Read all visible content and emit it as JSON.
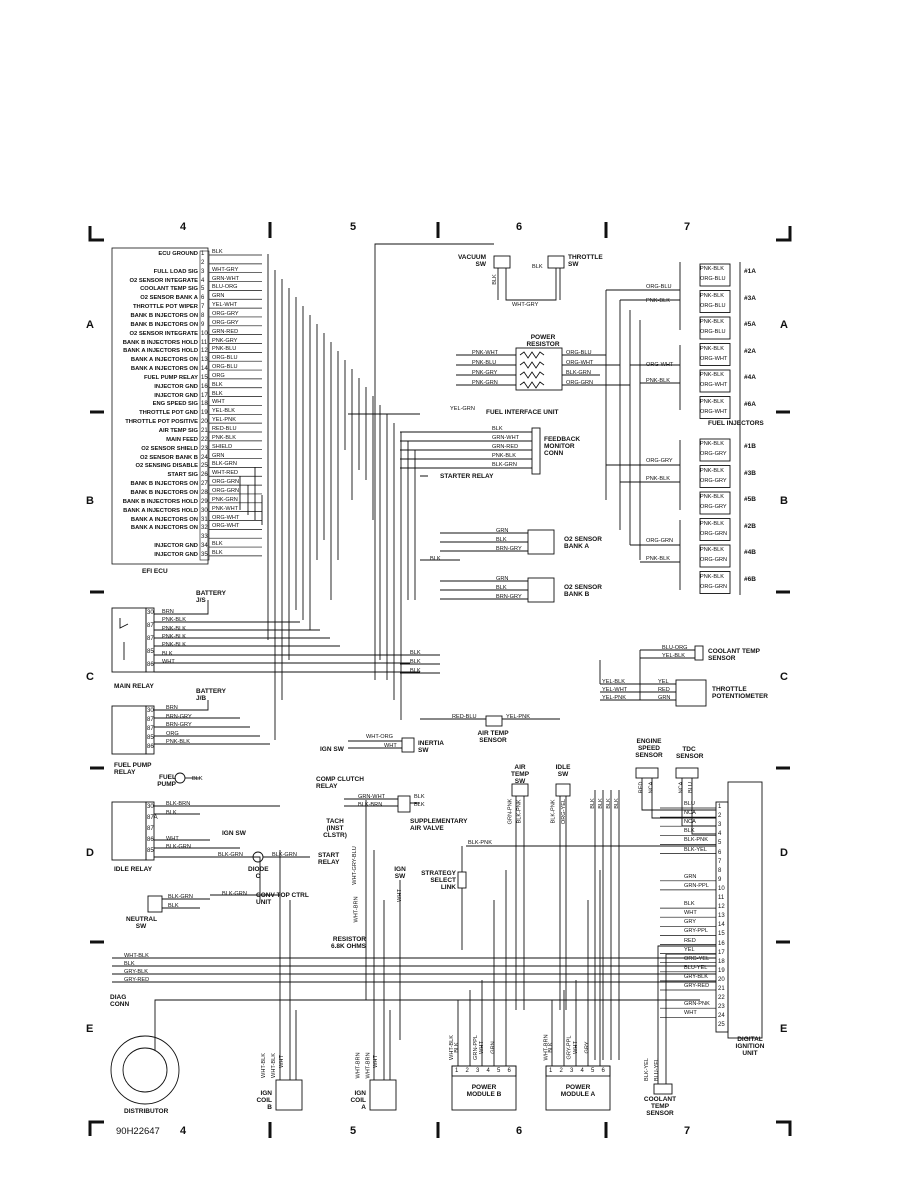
{
  "sheet": {
    "figure_id": "90H22647",
    "columns": [
      "4",
      "5",
      "6",
      "7"
    ],
    "rows": [
      "A",
      "B",
      "C",
      "D",
      "E"
    ]
  },
  "ecu": {
    "title": "EFI ECU",
    "pins": [
      {
        "n": "1",
        "label": "ECU GROUND",
        "wire": "BLK"
      },
      {
        "n": "2",
        "label": "",
        "wire": ""
      },
      {
        "n": "3",
        "label": "FULL LOAD SIG",
        "wire": "WHT-GRY"
      },
      {
        "n": "4",
        "label": "O2 SENSOR INTEGRATE",
        "wire": "GRN-WHT"
      },
      {
        "n": "5",
        "label": "COOLANT TEMP SIG",
        "wire": "BLU-ORG"
      },
      {
        "n": "6",
        "label": "O2 SENSOR BANK A",
        "wire": "GRN"
      },
      {
        "n": "7",
        "label": "THROTTLE POT WIPER",
        "wire": "YEL-WHT"
      },
      {
        "n": "8",
        "label": "BANK B INJECTORS ON",
        "wire": "ORG-GRY"
      },
      {
        "n": "9",
        "label": "BANK B INJECTORS ON",
        "wire": "ORG-GRY"
      },
      {
        "n": "10",
        "label": "O2 SENSOR INTEGRATE",
        "wire": "GRN-RED"
      },
      {
        "n": "11",
        "label": "BANK B INJECTORS HOLD",
        "wire": "PNK-GRY"
      },
      {
        "n": "12",
        "label": "BANK A INJECTORS HOLD",
        "wire": "PNK-BLU"
      },
      {
        "n": "13",
        "label": "BANK A INJECTORS ON",
        "wire": "ORG-BLU"
      },
      {
        "n": "14",
        "label": "BANK A INJECTORS ON",
        "wire": "ORG-BLU"
      },
      {
        "n": "15",
        "label": "FUEL PUMP RELAY",
        "wire": "ORG"
      },
      {
        "n": "16",
        "label": "INJECTOR GND",
        "wire": "BLK"
      },
      {
        "n": "17",
        "label": "INJECTOR GND",
        "wire": "BLK"
      },
      {
        "n": "18",
        "label": "ENG SPEED SIG",
        "wire": "WHT"
      },
      {
        "n": "19",
        "label": "THROTTLE POT GND",
        "wire": "YEL-BLK"
      },
      {
        "n": "20",
        "label": "THROTTLE POT POSITIVE",
        "wire": "YEL-PNK"
      },
      {
        "n": "21",
        "label": "AIR TEMP SIG",
        "wire": "RED-BLU"
      },
      {
        "n": "22",
        "label": "MAIN FEED",
        "wire": "PNK-BLK"
      },
      {
        "n": "23",
        "label": "O2 SENSOR SHIELD",
        "wire": "SHIELD"
      },
      {
        "n": "24",
        "label": "O2 SENSOR BANK B",
        "wire": "GRN"
      },
      {
        "n": "25",
        "label": "O2 SENSING DISABLE",
        "wire": "BLK-GRN"
      },
      {
        "n": "26",
        "label": "START SIG",
        "wire": "WHT-RED"
      },
      {
        "n": "27",
        "label": "BANK B INJECTORS ON",
        "wire": "ORG-GRN"
      },
      {
        "n": "28",
        "label": "BANK B INJECTORS ON",
        "wire": "ORG-GRN"
      },
      {
        "n": "29",
        "label": "BANK B INJECTORS HOLD",
        "wire": "PNK-GRN"
      },
      {
        "n": "30",
        "label": "BANK A INJECTORS HOLD",
        "wire": "PNK-WHT"
      },
      {
        "n": "31",
        "label": "BANK A INJECTORS ON",
        "wire": "ORG-WHT"
      },
      {
        "n": "32",
        "label": "BANK A INJECTORS ON",
        "wire": "ORG-WHT"
      },
      {
        "n": "33",
        "label": "",
        "wire": ""
      },
      {
        "n": "34",
        "label": "INJECTOR GND",
        "wire": "BLK"
      },
      {
        "n": "35",
        "label": "INJECTOR GND",
        "wire": "BLK"
      }
    ]
  },
  "switches": {
    "vacuum": "VACUUM SW",
    "throttle": "THROTTLE SW",
    "vacuum_wire": "BLK",
    "throttle_wire": "BLK",
    "link_wire": "WHT-GRY"
  },
  "power_resistor": {
    "title": "POWER RESISTOR",
    "left_wires": [
      "PNK-WHT",
      "PNK-BLU",
      "PNK-GRY",
      "PNK-GRN"
    ],
    "right_wires": [
      "ORG-BLU",
      "ORG-WHT",
      "BLK-GRN",
      "ORG-GRN"
    ]
  },
  "fuel_interface": {
    "wire": "YEL-GRN",
    "label": "FUEL INTERFACE UNIT"
  },
  "feedback_monitor": {
    "title": "FEEDBACK MONITOR CONN",
    "wires": [
      "BLK",
      "GRN-WHT",
      "GRN-RED",
      "PNK-BLK",
      "BLK-GRN"
    ]
  },
  "starter_relay": "STARTER RELAY",
  "o2_sensors": [
    {
      "title": "O2 SENSOR BANK A",
      "wires": [
        "GRN",
        "BLK",
        "BRN-GRY"
      ]
    },
    {
      "title": "O2 SENSOR BANK B",
      "wires": [
        "GRN",
        "BLK",
        "BRN-GRY"
      ]
    }
  ],
  "o2_ground_wire": "BLK",
  "injectors": {
    "title": "FUEL INJECTORS",
    "bank_a": [
      {
        "id": "#1A",
        "wires": [
          "ORG-BLU",
          "PNK-BLK"
        ]
      },
      {
        "id": "#3A",
        "wires": [
          "ORG-BLU",
          "PNK-BLK"
        ]
      },
      {
        "id": "#5A",
        "wires": [
          "ORG-BLU",
          "PNK-BLK"
        ]
      },
      {
        "id": "#2A",
        "wires": [
          "ORG-WHT",
          "PNK-BLK"
        ]
      },
      {
        "id": "#4A",
        "wires": [
          "ORG-WHT",
          "PNK-BLK"
        ]
      },
      {
        "id": "#6A",
        "wires": [
          "ORG-WHT",
          "PNK-BLK"
        ]
      }
    ],
    "bank_b": [
      {
        "id": "#1B",
        "wires": [
          "ORG-GRY",
          "PNK-BLK"
        ]
      },
      {
        "id": "#3B",
        "wires": [
          "ORG-GRY",
          "PNK-BLK"
        ]
      },
      {
        "id": "#5B",
        "wires": [
          "ORG-GRY",
          "PNK-BLK"
        ]
      },
      {
        "id": "#2B",
        "wires": [
          "ORG-GRN",
          "PNK-BLK"
        ]
      },
      {
        "id": "#4B",
        "wires": [
          "ORG-GRN",
          "PNK-BLK"
        ]
      },
      {
        "id": "#6B",
        "wires": [
          "ORG-GRN",
          "PNK-BLK"
        ]
      }
    ],
    "feed_wires": [
      "ORG-BLU",
      "PNK-BLK",
      "ORG-WHT",
      "PNK-BLK",
      "ORG-GRY",
      "PNK-BLK",
      "ORG-GRN",
      "PNK-BLK"
    ]
  },
  "main_relay": {
    "title": "MAIN RELAY",
    "battery": "BATTERY J/S",
    "pins": [
      "30",
      "87",
      "87",
      "85",
      "86"
    ],
    "wires": [
      "BRN",
      "PNK-BLK",
      "PNK-BLK",
      "PNK-BLK",
      "PNK-BLK",
      "BLK",
      "WHT"
    ]
  },
  "fuel_pump_relay": {
    "title": "FUEL PUMP RELAY",
    "battery": "BATTERY J/B",
    "pins": [
      "30",
      "87",
      "87",
      "85",
      "86"
    ],
    "wires": [
      "BRN",
      "BRN-GRY",
      "BRN-GRY",
      "ORG",
      "PNK-BLK"
    ]
  },
  "fuel_pump": {
    "title": "FUEL PUMP",
    "wire": "BLK"
  },
  "ground_bus_wires": [
    "BLK",
    "BLK",
    "BLK"
  ],
  "coolant_sensor": {
    "title": "COOLANT TEMP SENSOR",
    "wires": [
      "BLU-ORG",
      "YEL-BLK"
    ]
  },
  "throttle_pot": {
    "title": "THROTTLE POTENTIOMETER",
    "wires_left": [
      "YEL-BLK",
      "YEL-WHT",
      "YEL-PNK"
    ],
    "wires_right": [
      "YEL",
      "RED",
      "GRN"
    ]
  },
  "air_temp_sensor": {
    "title": "AIR TEMP SENSOR",
    "wires": [
      "RED-BLU",
      "YEL-PNK"
    ]
  },
  "inertia": {
    "title": "INERTIA SW",
    "ign": "IGN SW",
    "wires": [
      "WHT-ORG",
      "WHT"
    ]
  },
  "comp_clutch": {
    "title": "COMP CLUTCH RELAY",
    "wires": [
      "GRN-WHT",
      "BLK-BRN"
    ],
    "connector_wires": [
      "BLK",
      "BLK"
    ]
  },
  "supp_air_valve": "SUPPLEMENTARY AIR VALVE",
  "idle_relay": {
    "title": "IDLE RELAY",
    "pins": [
      "30",
      "87A",
      "87",
      "86",
      "85"
    ],
    "wires": [
      "BLK-BRN",
      "BLK",
      "WHT",
      "BLK-GRN",
      "BLK-GRN",
      "BLK-GRN"
    ],
    "ign": "IGN SW"
  },
  "diode": {
    "title": "DIODE C",
    "wire": "BLK-GRN",
    "to": "START RELAY"
  },
  "neutral_sw": {
    "title": "NEUTRAL SW",
    "wires": [
      "BLK-GRN",
      "BLK",
      "BLK-GRN"
    ],
    "conv_top": "CONV TOP CTRL UNIT"
  },
  "tach": {
    "title": "TACH (INST CLSTR)",
    "wire": "WHT-GRY-BLU"
  },
  "resistor": {
    "title": "RESISTOR 6.8K OHMS",
    "wire": "WHT-BRN"
  },
  "ign_sw_label": "IGN SW",
  "ign_sw_wire": "WHT",
  "strategy_link": {
    "title": "STRATEGY SELECT LINK",
    "wire": "BLK-PNK"
  },
  "air_temp_sw": {
    "title": "AIR TEMP SW",
    "wires": [
      "GRN-PNK",
      "BLK-PNK"
    ]
  },
  "idle_sw": {
    "title": "IDLE SW",
    "wires": [
      "BLK-PNK",
      "ORG-YEL"
    ]
  },
  "engine_speed_sensor": {
    "title": "ENGINE SPEED SENSOR",
    "wires": [
      "RED",
      "NCA"
    ]
  },
  "tdc_sensor": {
    "title": "TDC SENSOR",
    "wires": [
      "NCA",
      "BLU"
    ]
  },
  "dig_ign_unit": {
    "title": "DIGITAL IGNITION UNIT",
    "pins": [
      {
        "n": "1",
        "wire": "BLU"
      },
      {
        "n": "2",
        "wire": "NCA"
      },
      {
        "n": "3",
        "wire": "NCA"
      },
      {
        "n": "4",
        "wire": "BLK"
      },
      {
        "n": "5",
        "wire": "BLK-PNK"
      },
      {
        "n": "6",
        "wire": "BLK-YEL"
      },
      {
        "n": "7",
        "wire": ""
      },
      {
        "n": "8",
        "wire": ""
      },
      {
        "n": "9",
        "wire": "GRN"
      },
      {
        "n": "10",
        "wire": "GRN-PPL"
      },
      {
        "n": "11",
        "wire": ""
      },
      {
        "n": "12",
        "wire": "BLK"
      },
      {
        "n": "13",
        "wire": "WHT"
      },
      {
        "n": "14",
        "wire": "GRY"
      },
      {
        "n": "15",
        "wire": "GRY-PPL"
      },
      {
        "n": "16",
        "wire": "RED"
      },
      {
        "n": "17",
        "wire": "YEL"
      },
      {
        "n": "18",
        "wire": "ORG-YEL"
      },
      {
        "n": "19",
        "wire": "BLU-YEL"
      },
      {
        "n": "20",
        "wire": "GRY-BLK"
      },
      {
        "n": "21",
        "wire": "GRY-RED"
      },
      {
        "n": "22",
        "wire": ""
      },
      {
        "n": "23",
        "wire": "GRN-PNK"
      },
      {
        "n": "24",
        "wire": "WHT"
      },
      {
        "n": "25",
        "wire": ""
      }
    ]
  },
  "dist_lead_wires": [
    "BLK",
    "BLK",
    "BLK",
    "BLK"
  ],
  "diag_conn": {
    "title": "DIAG CONN",
    "wires": [
      "WHT-BLK",
      "BLK",
      "GRY-BLK",
      "GRY-RED"
    ]
  },
  "distributor": "DISTRIBUTOR",
  "ign_coil_b": {
    "title": "IGN COIL B",
    "wires": [
      "WHT-BLK",
      "WHT-BLK",
      "WHT"
    ]
  },
  "ign_coil_a": {
    "title": "IGN COIL A",
    "wires": [
      "WHT-BRN",
      "WHT-BRN",
      "WHT"
    ]
  },
  "power_module_b": {
    "title": "POWER MODULE B",
    "pins": [
      "1",
      "2",
      "3",
      "4",
      "5",
      "6"
    ],
    "wires": [
      "WHT-BLK",
      "BLK",
      "GRN-PPL",
      "WHT",
      "GRN"
    ]
  },
  "power_module_a": {
    "title": "POWER MODULE A",
    "pins": [
      "1",
      "2",
      "3",
      "4",
      "5",
      "6"
    ],
    "wires": [
      "WHT-BRN",
      "BLK",
      "GRY-PPL",
      "WHT",
      "GRY"
    ]
  },
  "coolant_temp_sensor2": {
    "title": "COOLANT TEMP SENSOR",
    "wires": [
      "BLK-YEL",
      "BLU-YEL"
    ]
  }
}
